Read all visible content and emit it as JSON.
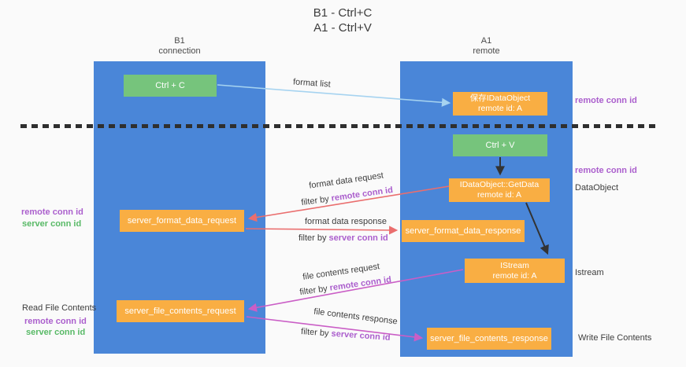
{
  "title": {
    "line1": "B1 - Ctrl+C",
    "line2": "A1 - Ctrl+V"
  },
  "columns": {
    "b1": {
      "title": "B1",
      "subtitle": "connection"
    },
    "a1": {
      "title": "A1",
      "subtitle": "remote"
    }
  },
  "boxes": {
    "ctrl_c": {
      "label": "Ctrl + C"
    },
    "ctrl_v": {
      "label": "Ctrl + V"
    },
    "save_dataobject": {
      "line1": "保存IDataObject",
      "line2": "remote id: A"
    },
    "getdata": {
      "line1": "IDataObject::GetData",
      "line2": "remote id: A"
    },
    "istream": {
      "line1": "IStream",
      "line2": "remote id: A"
    },
    "server_format_data_request": {
      "label": "server_format_data_request"
    },
    "server_format_data_response": {
      "label": "server_format_data_response"
    },
    "server_file_contents_request": {
      "label": "server_file_contents_request"
    },
    "server_file_contents_response": {
      "label": "server_file_contents_response"
    }
  },
  "arrow_labels": {
    "format_list": "format list",
    "format_data_request": "format data request",
    "format_data_response": "format data response",
    "file_contents_request": "file contents request",
    "file_contents_response": "file contents response",
    "filter_by": "filter by",
    "remote_conn_id": "remote conn id",
    "server_conn_id": "server conn id"
  },
  "side_labels": {
    "remote_conn_id_top": "remote conn id",
    "remote_conn_id_mid": "remote conn id",
    "dataobject": "DataObject",
    "istream": "Istream",
    "write_file_contents": "Write File Contents",
    "read_file_contents": "Read File Contents",
    "remote_conn_id_left1": "remote conn id",
    "server_conn_id_left1": "server conn id",
    "remote_conn_id_left2": "remote conn id",
    "server_conn_id_left2": "server conn id"
  },
  "colors": {
    "column_blue": "#4a86d8",
    "box_orange": "#f9ae43",
    "box_green": "#76c47c",
    "purple": "#ab5fcd",
    "green_text": "#58b966",
    "arrow_red": "#ea6e6e",
    "arrow_magenta": "#ca5ec6",
    "arrow_blue": "#a6d3f0",
    "arrow_black": "#333333",
    "text_dark": "#3d3d3d"
  }
}
